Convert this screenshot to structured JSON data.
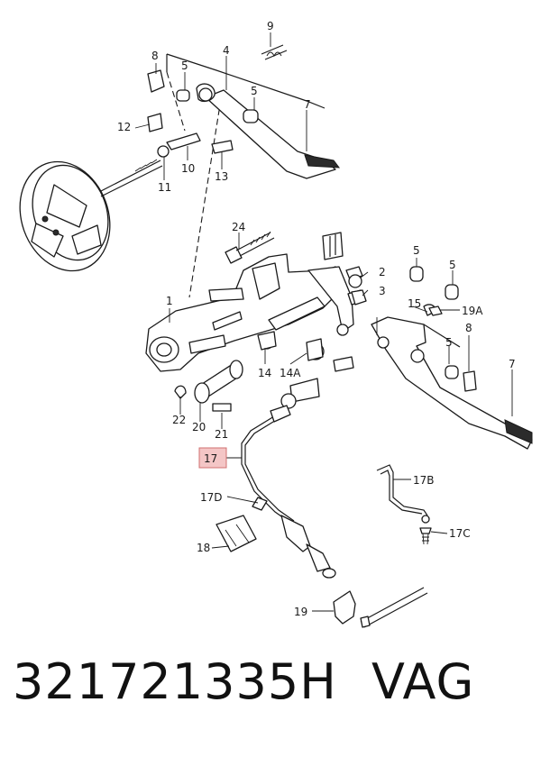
{
  "diagram": {
    "labels": {
      "l1": "1",
      "l2": "2",
      "l3": "3",
      "l4": "4",
      "l5a": "5",
      "l5b": "5",
      "l5c": "5",
      "l5d": "5",
      "l5e": "5",
      "l7a": "7",
      "l7b": "7",
      "l8a": "8",
      "l8b": "8",
      "l9": "9",
      "l10": "10",
      "l11": "11",
      "l12": "12",
      "l13": "13",
      "l14": "14",
      "l14a": "14A",
      "l15": "15",
      "l17": "17",
      "l17b": "17B",
      "l17c": "17C",
      "l17d": "17D",
      "l18": "18",
      "l19": "19",
      "l19a": "19A",
      "l20": "20",
      "l21": "21",
      "l22": "22",
      "l24": "24"
    },
    "highlight_color": "#f4c6c6",
    "highlight_border": "#d07070"
  },
  "footer": {
    "part_number": "321721335H",
    "brand": "VAG"
  }
}
